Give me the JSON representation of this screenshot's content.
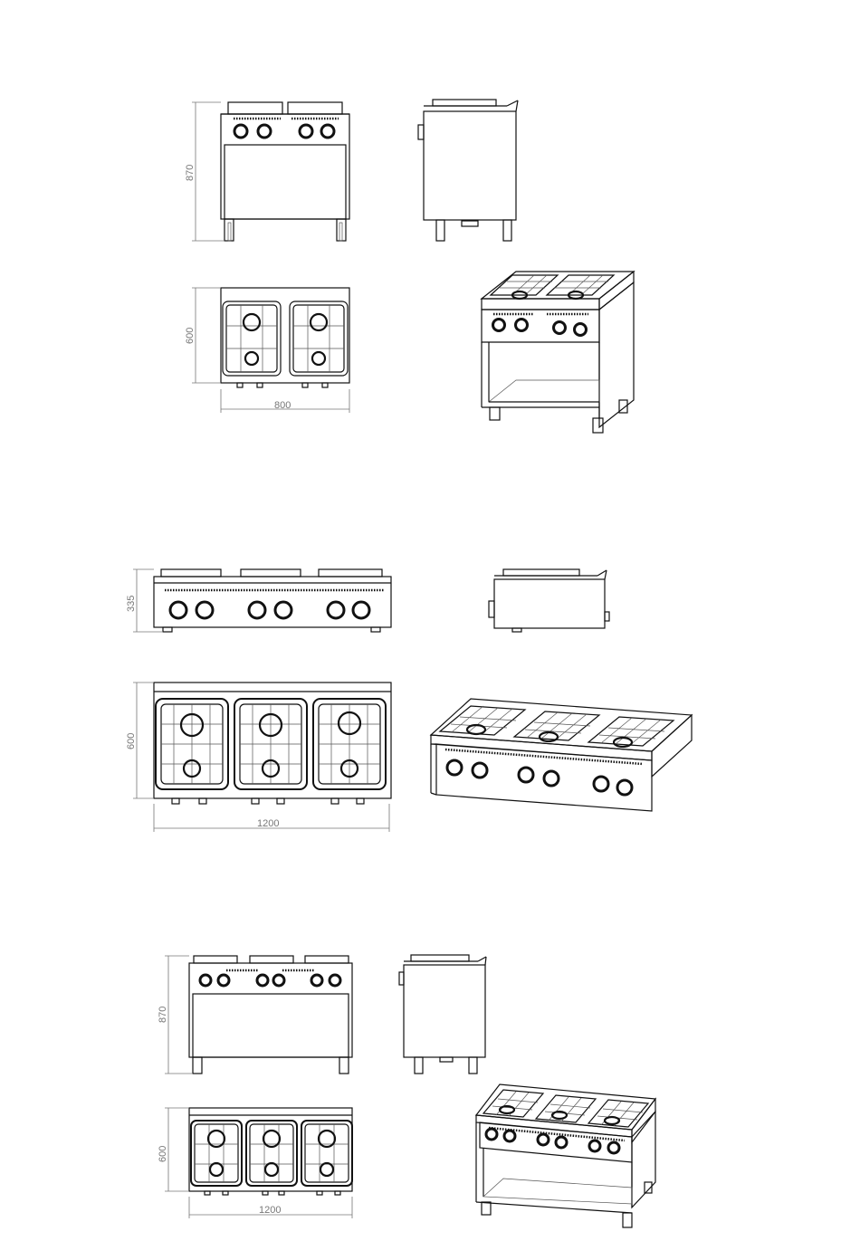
{
  "group1": {
    "height_dim": "870",
    "depth_dim": "600",
    "width_dim": "800"
  },
  "group2": {
    "height_dim": "335",
    "depth_dim": "600",
    "width_dim": "1200"
  },
  "group3": {
    "height_dim": "870",
    "depth_dim": "600",
    "width_dim": "1200"
  }
}
